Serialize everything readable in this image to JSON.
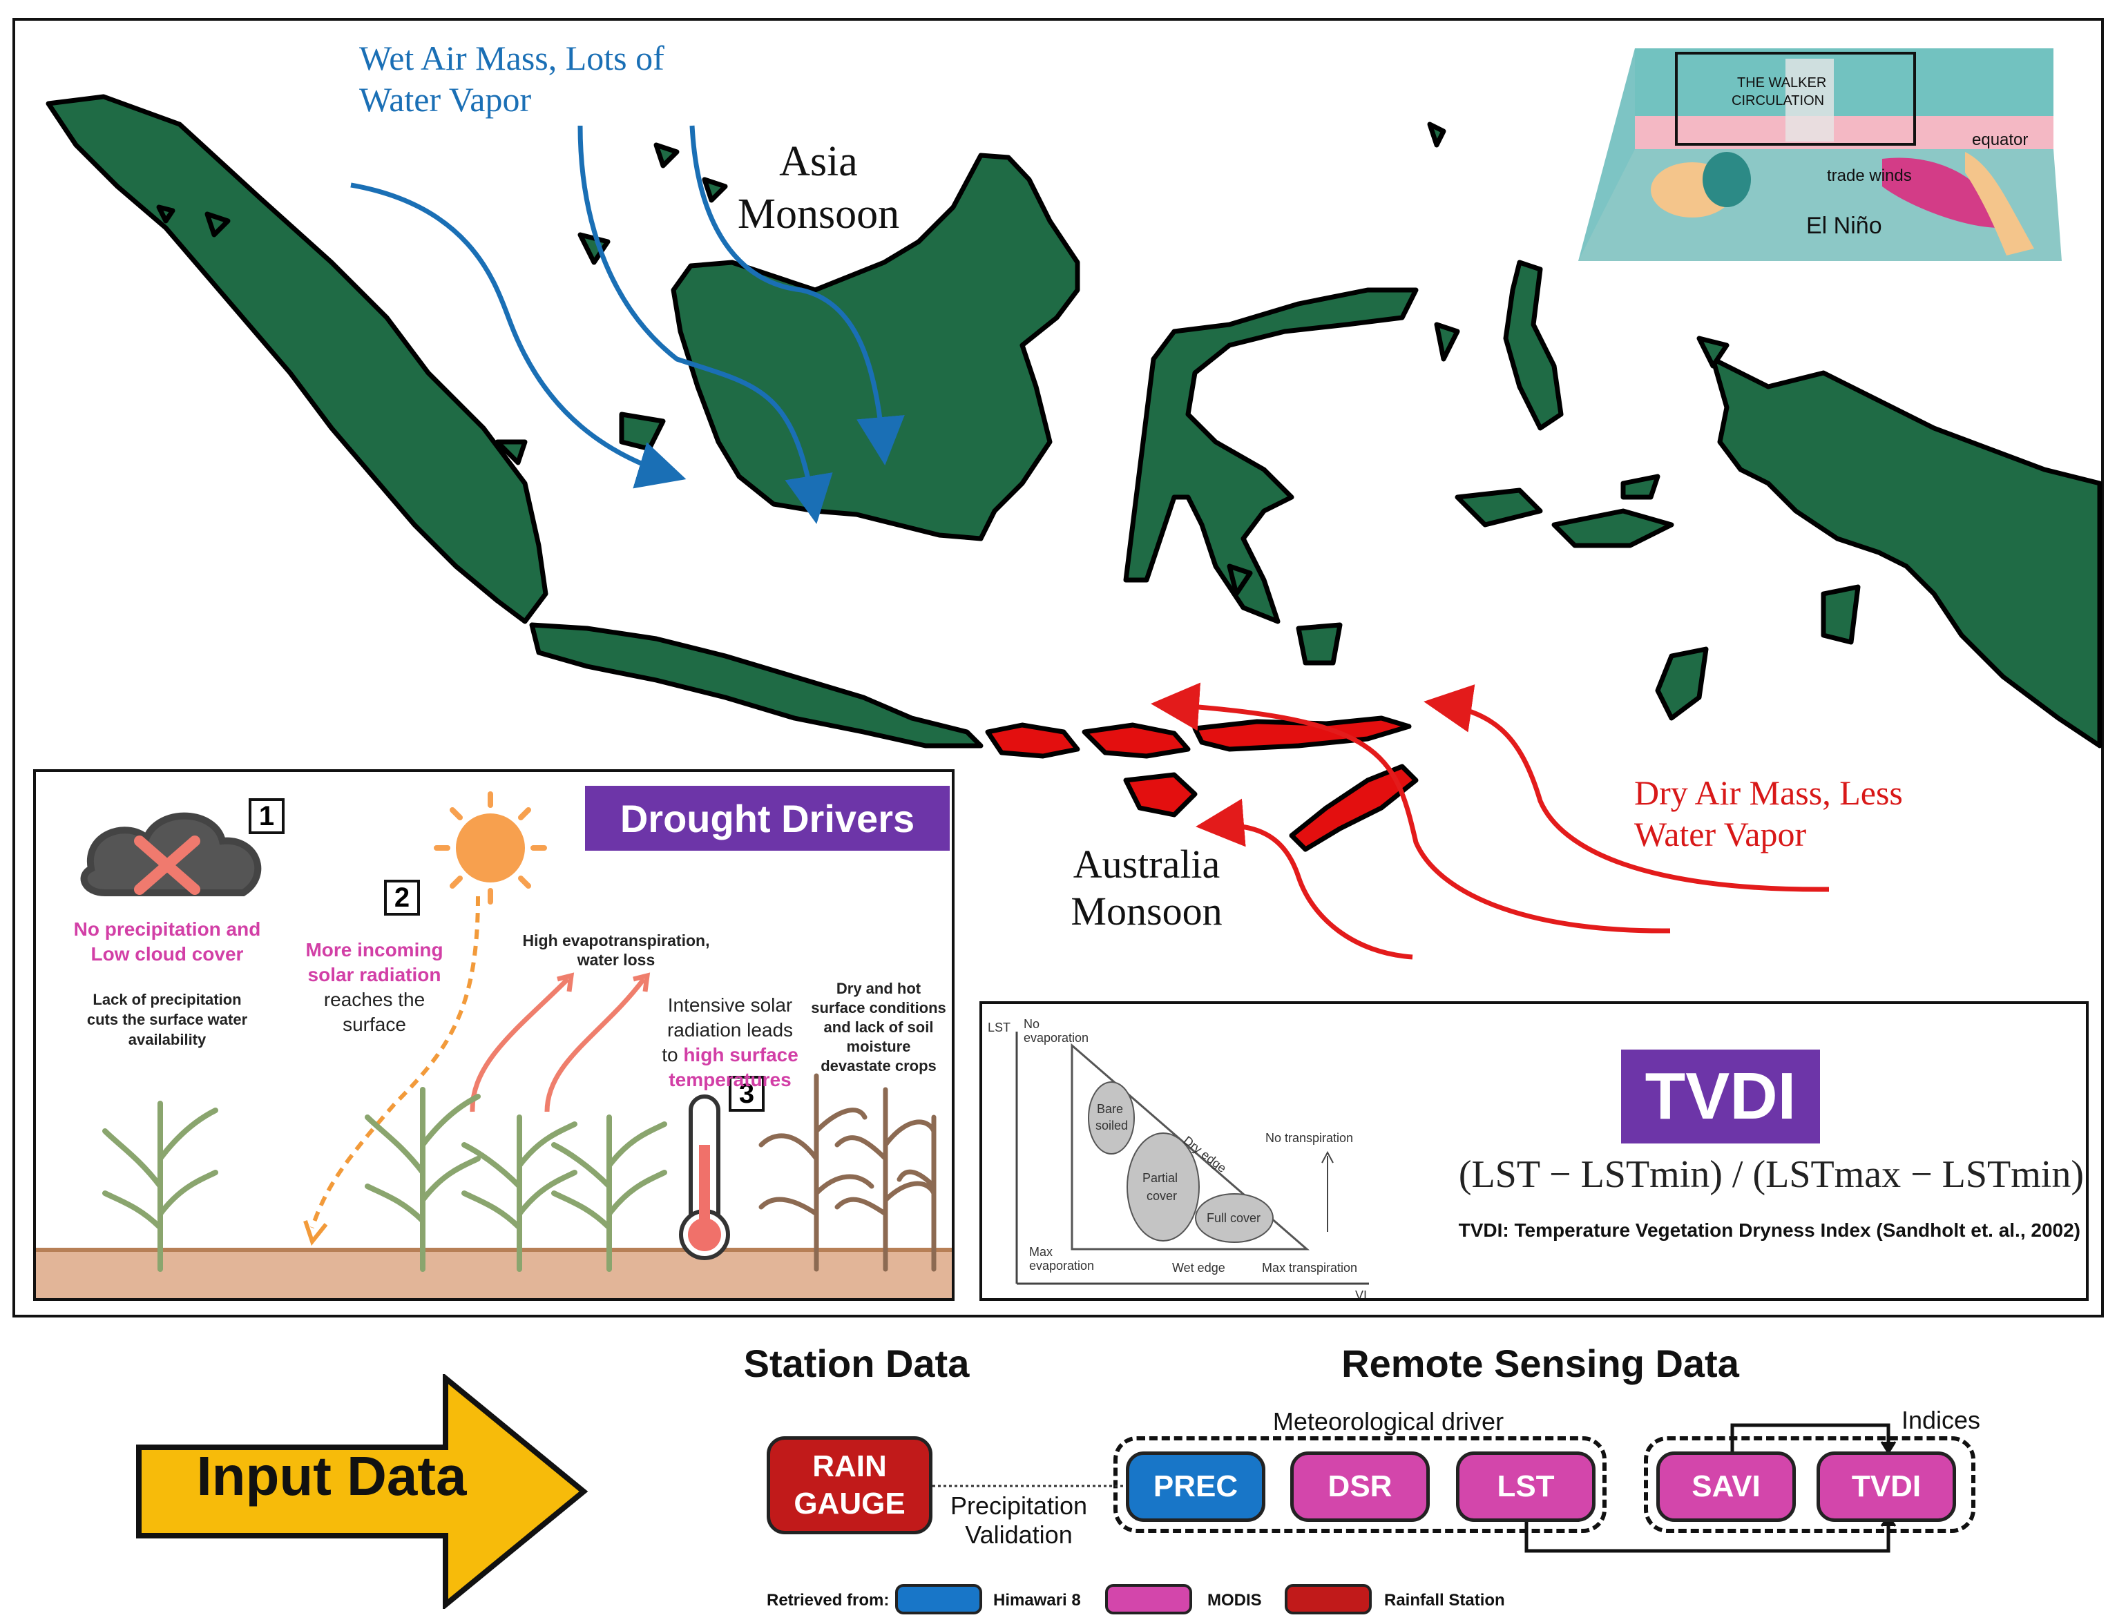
{
  "map": {
    "wet_air": "Wet Air Mass,  Lots of\nWater Vapor",
    "wet_air_line1": "Wet Air Mass,  Lots of",
    "wet_air_line2": "Water Vapor",
    "asia_line1": "Asia",
    "asia_line2": "Monsoon",
    "dry_line1": "Dry Air Mass, Less",
    "dry_line2": "Water Vapor",
    "aus_line1": "Australia",
    "aus_line2": "Monsoon",
    "colors": {
      "land": "#1f6b45",
      "drought_land": "#e30f0f",
      "wet_arrow": "#1a6fb5",
      "dry_arrow": "#e31b1b"
    }
  },
  "walker": {
    "title_line1": "THE WALKER",
    "title_line2": "CIRCULATION",
    "equator": "equator",
    "trade_winds": "trade winds",
    "el_nino": "El Niño"
  },
  "drought": {
    "title": "Drought Drivers",
    "num1": "1",
    "num2": "2",
    "num3": "3",
    "d1_head_line1": "No precipitation and",
    "d1_head_line2": "Low cloud cover",
    "d1_body_line1": "Lack of precipitation",
    "d1_body_line2": "cuts the surface water",
    "d1_body_line3": "availability",
    "d2_head_line1": "More incoming",
    "d2_head_line2": "solar radiation",
    "d2_body_line1": "reaches the",
    "d2_body_line2": "surface",
    "evap_line1": "High evapotranspiration,",
    "evap_line2": "water loss",
    "solar_line1": "Intensive solar",
    "solar_line2": "radiation leads",
    "solar_line3a": "to ",
    "solar_line3b": "high surface",
    "solar_line4": "temperatures",
    "dry_line1": "Dry and hot",
    "dry_line2": "surface conditions",
    "dry_line3": "and lack of soil",
    "dry_line4": "moisture",
    "dry_line5": "devastate crops"
  },
  "tvdi": {
    "title": "TVDI",
    "formula": "(LST − LSTmin) / (LSTmax − LSTmin)",
    "definition": "TVDI: Temperature Vegetation Dryness Index (Sandholt et. al., 2002)",
    "plot": {
      "y_axis": "LST",
      "x_axis": "VI",
      "no_evap_line1": "No",
      "no_evap_line2": "evaporation",
      "max_evap_line1": "Max",
      "max_evap_line2": "evaporation",
      "wet_edge": "Wet edge",
      "dry_edge": "Dry edge",
      "max_transpiration": "Max transpiration",
      "no_transpiration": "No transpiration",
      "bare_line1": "Bare",
      "bare_line2": "soiled",
      "partial_line1": "Partial",
      "partial_line2": "cover",
      "full": "Full cover"
    }
  },
  "bottom": {
    "input_data": "Input Data",
    "station_data": "Station Data",
    "remote_sensing": "Remote Sensing Data",
    "meteorological": "Meteorological driver",
    "indices": "Indices",
    "rain_line1": "RAIN",
    "rain_line2": "GAUGE",
    "precip_line1": "Precipitation",
    "precip_line2": "Validation",
    "prec": "PREC",
    "dsr": "DSR",
    "lst": "LST",
    "savi": "SAVI",
    "tvdi": "TVDI",
    "legend_label": "Retrieved from:",
    "legend_himawari": "Himawari 8",
    "legend_modis": "MODIS",
    "legend_rainfall": "Rainfall Station",
    "colors": {
      "himawari": "#1876c8",
      "modis": "#d346ab",
      "rainfall": "#c11a1a",
      "arrow": "#f7bb0a"
    }
  }
}
